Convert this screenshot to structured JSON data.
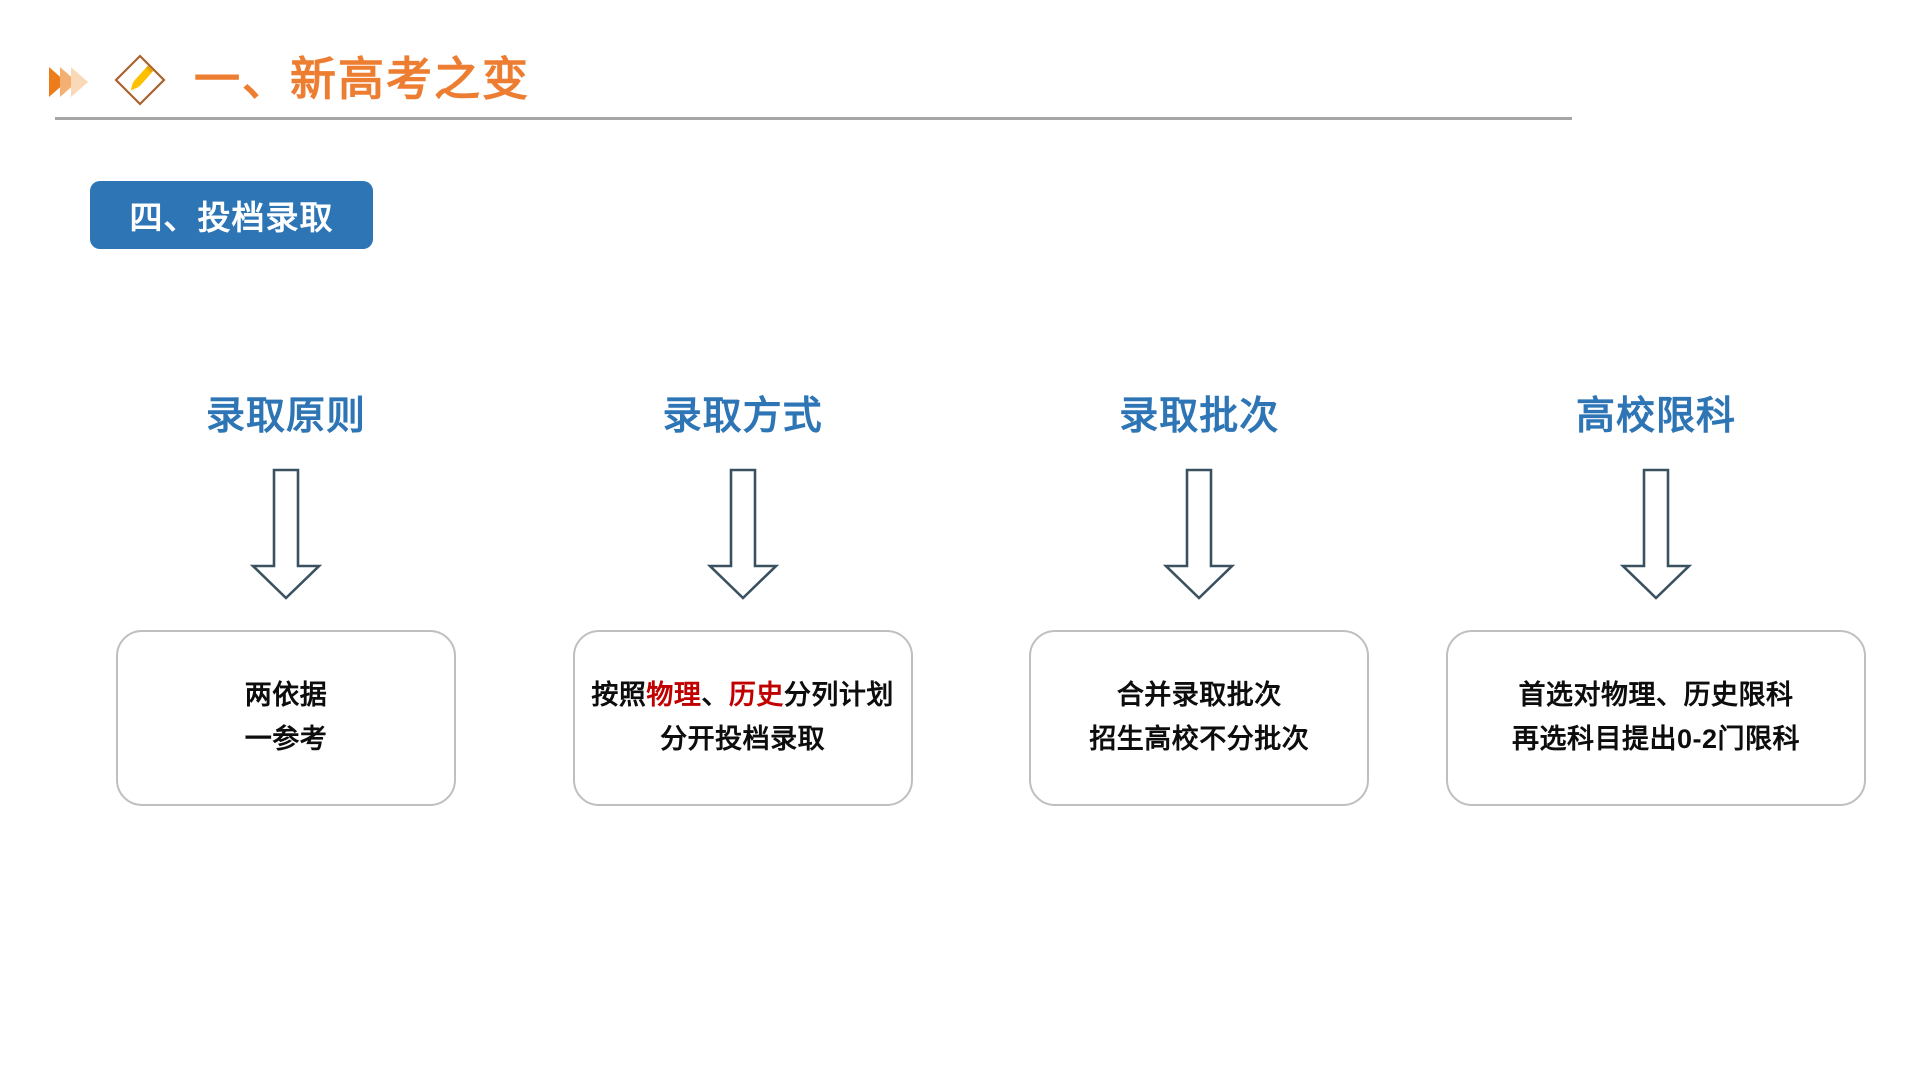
{
  "header": {
    "chevron_icon": "chevrons-right-icon",
    "diamond_icon": "diamond-pencil-icon",
    "title": "一、新高考之变",
    "accent_color": "#ED7D31",
    "rule_color": "#A6A6A6"
  },
  "section": {
    "badge_label": "四、投档录取",
    "badge_color": "#2E75B6",
    "badge_text_color": "#FFFFFF"
  },
  "columns": [
    {
      "heading": "录取原则",
      "arrow_icon": "arrow-down-icon",
      "lines": [
        {
          "segments": [
            {
              "text": "两依据",
              "color": "#0D0D0D"
            }
          ]
        },
        {
          "segments": [
            {
              "text": "一参考",
              "color": "#0D0D0D"
            }
          ]
        }
      ]
    },
    {
      "heading": "录取方式",
      "arrow_icon": "arrow-down-icon",
      "lines": [
        {
          "segments": [
            {
              "text": "按照",
              "color": "#0D0D0D"
            },
            {
              "text": "物理",
              "color": "#C00000"
            },
            {
              "text": "、",
              "color": "#0D0D0D"
            },
            {
              "text": "历史",
              "color": "#C00000"
            },
            {
              "text": "分列计划",
              "color": "#0D0D0D"
            }
          ]
        },
        {
          "segments": [
            {
              "text": "分开投档录取",
              "color": "#0D0D0D"
            }
          ]
        }
      ]
    },
    {
      "heading": "录取批次",
      "arrow_icon": "arrow-down-icon",
      "lines": [
        {
          "segments": [
            {
              "text": "合并录取批次",
              "color": "#0D0D0D"
            }
          ]
        },
        {
          "segments": [
            {
              "text": "招生高校不分批次",
              "color": "#0D0D0D"
            }
          ]
        }
      ]
    },
    {
      "heading": "高校限科",
      "arrow_icon": "arrow-down-icon",
      "lines": [
        {
          "segments": [
            {
              "text": "首选对物理、历史限科",
              "color": "#0D0D0D"
            }
          ]
        },
        {
          "segments": [
            {
              "text": "再选科目提出0-2门限科",
              "color": "#0D0D0D"
            }
          ]
        }
      ]
    }
  ],
  "theme": {
    "heading_color": "#2E75B6",
    "box_border_color": "#BFBFBF",
    "arrow_stroke_color": "#3A5160",
    "highlight_red": "#C00000"
  }
}
